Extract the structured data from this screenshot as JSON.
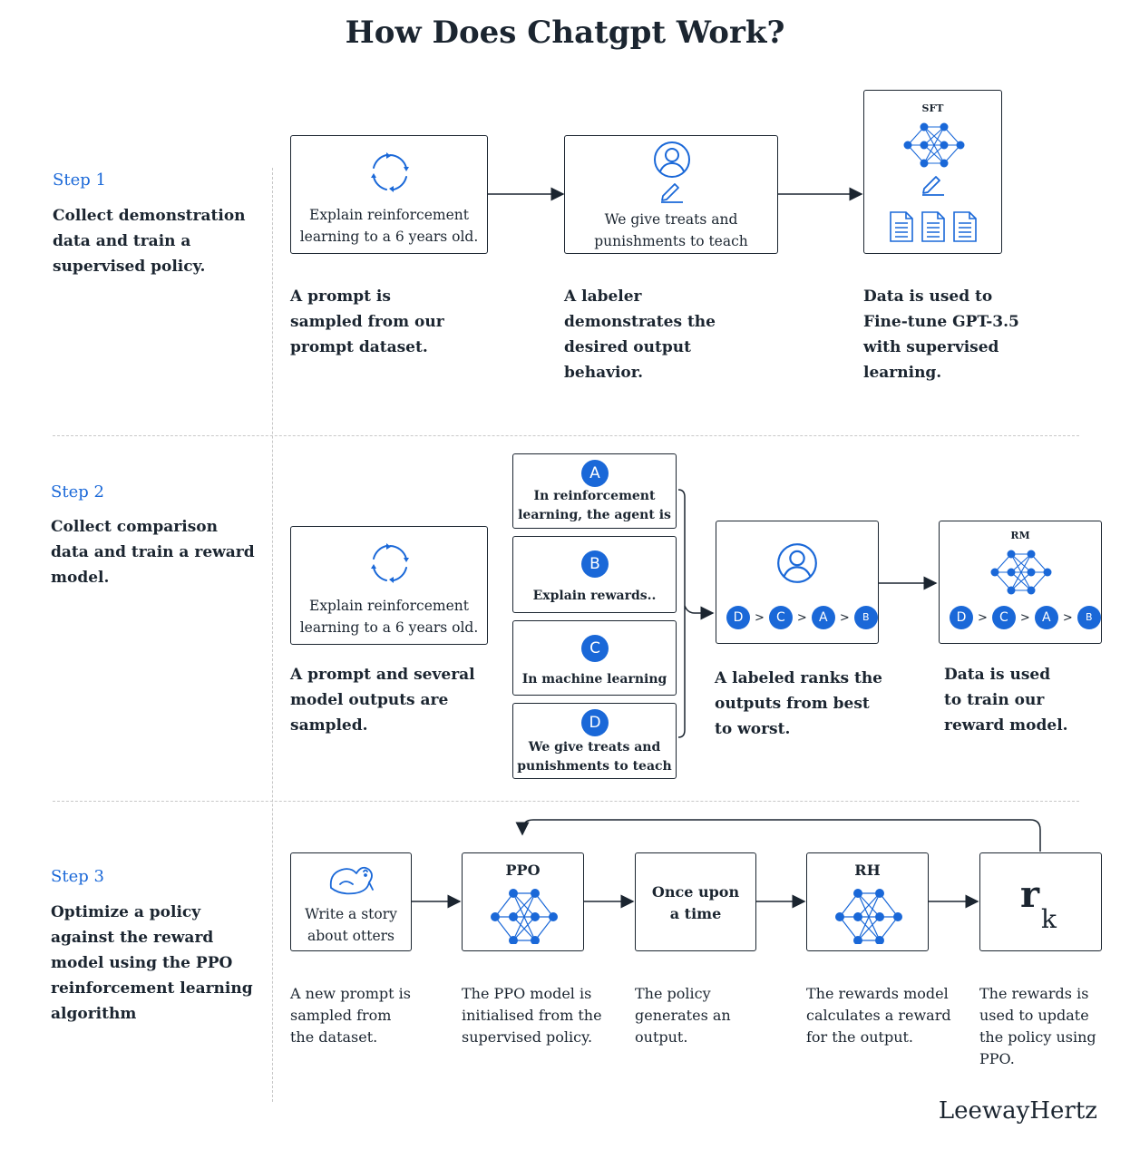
{
  "title": "How Does Chatgpt Work?",
  "brand": "LeewayHertz",
  "colors": {
    "accent": "#1a68d8",
    "ink": "#1b2530",
    "divider": "#c8c8c8"
  },
  "step1": {
    "label": "Step 1",
    "desc": [
      "Collect demonstration",
      "data and train a",
      "supervised policy."
    ],
    "prompt_box": [
      "Explain reinforcement",
      "learning to a 6 years old."
    ],
    "labeler_box": [
      "We give treats and",
      "punishments to teach"
    ],
    "sft_label": "SFT",
    "captions": {
      "prompt": [
        "A prompt is",
        "sampled from our",
        "prompt dataset."
      ],
      "labeler": [
        "A labeler",
        "demonstrates the",
        "desired output",
        "behavior."
      ],
      "data": [
        "Data is used to",
        "Fine-tune GPT-3.5",
        "with supervised",
        "learning."
      ]
    },
    "icons": [
      "refresh-cycle-icon",
      "user-icon",
      "pencil-icon",
      "neural-network-icon",
      "document-icon"
    ]
  },
  "step2": {
    "label": "Step 2",
    "desc": [
      "Collect comparison",
      "data and train a reward",
      "model."
    ],
    "prompt_box": [
      "Explain reinforcement",
      "learning to a 6 years old."
    ],
    "options": [
      {
        "letter": "A",
        "text": [
          "In reinforcement",
          "learning, the agent is"
        ]
      },
      {
        "letter": "B",
        "text": [
          "Explain rewards.."
        ]
      },
      {
        "letter": "C",
        "text": [
          "In machine learning"
        ]
      },
      {
        "letter": "D",
        "text": [
          "We give treats and",
          "punishments to teach"
        ]
      }
    ],
    "ranking": [
      "D",
      "C",
      "A",
      "B"
    ],
    "rank_separator": ">",
    "rm_label": "RM",
    "captions": {
      "prompt": [
        "A prompt and several",
        "model outputs are",
        "sampled."
      ],
      "rank": [
        "A labeled ranks the",
        "outputs from best",
        "to worst."
      ],
      "data": [
        "Data is used",
        "to train our",
        "reward model."
      ]
    }
  },
  "step3": {
    "label": "Step 3",
    "desc": [
      "Optimize a policy",
      "against the reward",
      "model using the PPO",
      "reinforcement learning",
      "algorithm"
    ],
    "prompt_box": [
      "Write a story",
      "about otters"
    ],
    "ppo_label": "PPO",
    "output_box": [
      "Once upon",
      "a time"
    ],
    "rh_label": "RH",
    "reward_symbol": "r",
    "reward_subscript": "k",
    "captions": {
      "prompt": [
        "A new prompt is",
        "sampled from",
        "the dataset."
      ],
      "ppo": [
        "The PPO model is",
        "initialised from the",
        "supervised policy."
      ],
      "output": [
        "The policy",
        "generates an",
        "output."
      ],
      "rh": [
        "The rewards model",
        "calculates a reward",
        "for the output."
      ],
      "reward": [
        "The rewards is",
        "used to update",
        "the policy using",
        "PPO."
      ]
    }
  }
}
